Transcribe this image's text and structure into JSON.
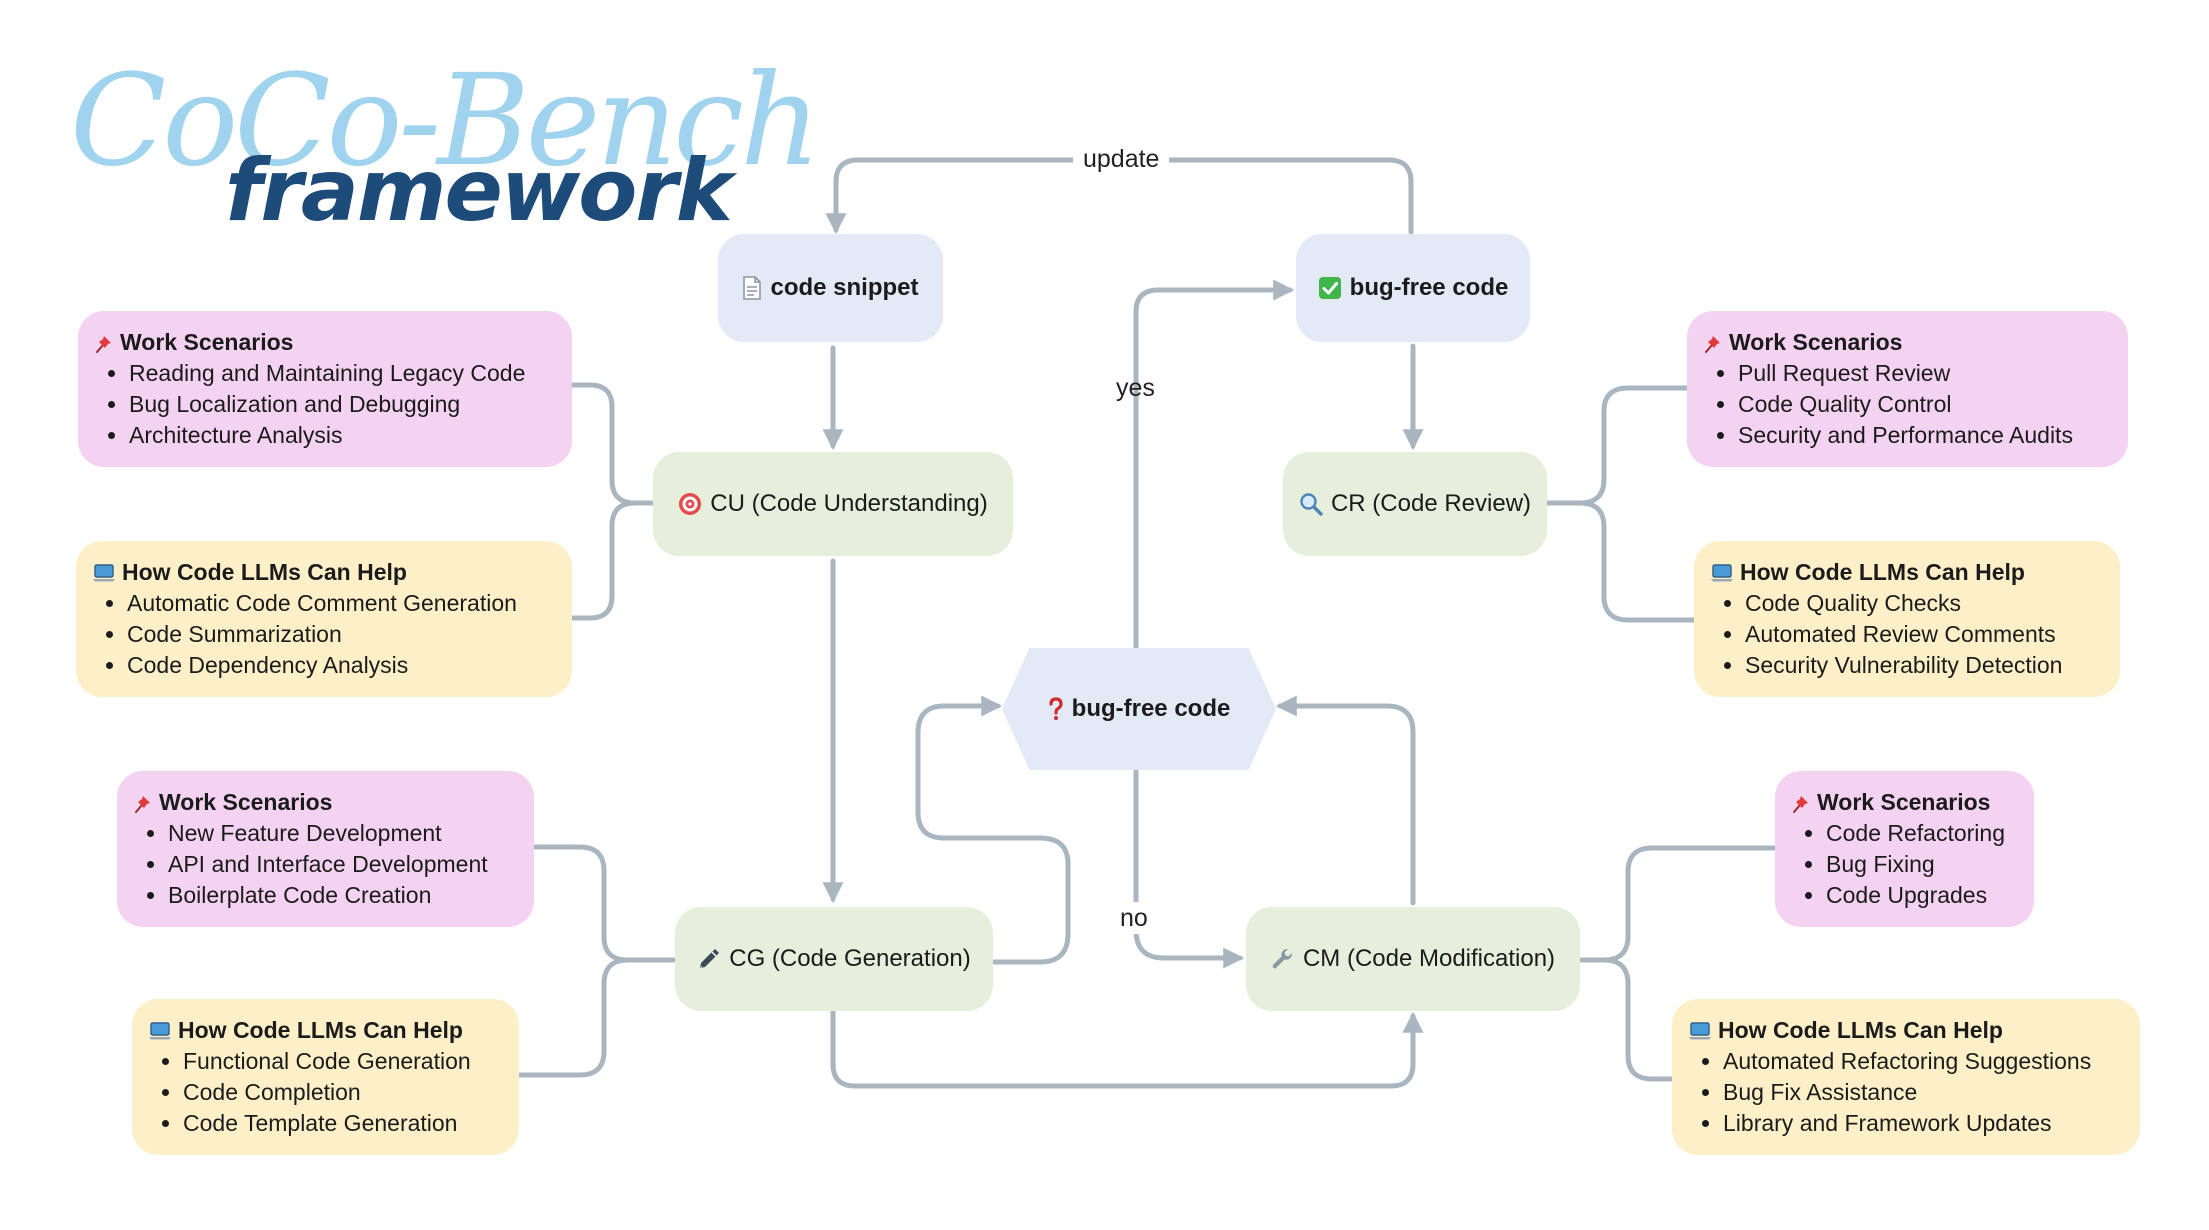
{
  "title": {
    "main": "CoCo-Bench",
    "sub": "framework"
  },
  "nodes": {
    "code_snippet": {
      "label": "code snippet",
      "icon": "document-icon"
    },
    "bug_free_top": {
      "label": "bug-free code",
      "icon": "check-icon"
    },
    "cu": {
      "label": "CU (Code Understanding)",
      "icon": "target-icon"
    },
    "cr": {
      "label": "CR (Code Review)",
      "icon": "magnifier-icon"
    },
    "bug_free_q": {
      "label": "bug-free code",
      "icon": "question-icon"
    },
    "cg": {
      "label": "CG (Code Generation)",
      "icon": "pen-icon"
    },
    "cm": {
      "label": "CM (Code Modification)",
      "icon": "wrench-icon"
    }
  },
  "edge_labels": {
    "update": "update",
    "yes": "yes",
    "no": "no"
  },
  "cards": {
    "cu_work": {
      "title": "Work Scenarios",
      "icon": "pushpin-icon",
      "items": [
        "Reading and Maintaining Legacy Code",
        "Bug Localization and Debugging",
        "Architecture Analysis"
      ]
    },
    "cu_help": {
      "title": "How Code LLMs Can Help",
      "icon": "laptop-icon",
      "items": [
        "Automatic Code Comment Generation",
        "Code Summarization",
        "Code Dependency Analysis"
      ]
    },
    "cr_work": {
      "title": "Work Scenarios",
      "icon": "pushpin-icon",
      "items": [
        "Pull Request Review",
        "Code Quality Control",
        "Security and Performance Audits"
      ]
    },
    "cr_help": {
      "title": "How Code LLMs Can Help",
      "icon": "laptop-icon",
      "items": [
        "Code Quality Checks",
        "Automated Review Comments",
        "Security Vulnerability Detection"
      ]
    },
    "cg_work": {
      "title": "Work Scenarios",
      "icon": "pushpin-icon",
      "items": [
        "New Feature Development",
        "API and Interface Development",
        "Boilerplate Code Creation"
      ]
    },
    "cg_help": {
      "title": "How Code LLMs Can Help",
      "icon": "laptop-icon",
      "items": [
        "Functional Code Generation",
        "Code Completion",
        "Code Template Generation"
      ]
    },
    "cm_work": {
      "title": "Work Scenarios",
      "icon": "pushpin-icon",
      "items": [
        "Code Refactoring",
        "Bug Fixing",
        "Code Upgrades"
      ]
    },
    "cm_help": {
      "title": "How Code LLMs Can Help",
      "icon": "laptop-icon",
      "items": [
        "Automated Refactoring Suggestions",
        "Bug Fix Assistance",
        "Library and Framework Updates"
      ]
    }
  },
  "colors": {
    "wire": "#a9b6c0",
    "node_blue": "#e3eaf6",
    "node_green": "#e5efdc",
    "card_pink": "#f4d2f1",
    "card_yellow": "#fdf0c8",
    "title_light": "#9fd3ee",
    "title_dark": "#1d4b7a"
  }
}
